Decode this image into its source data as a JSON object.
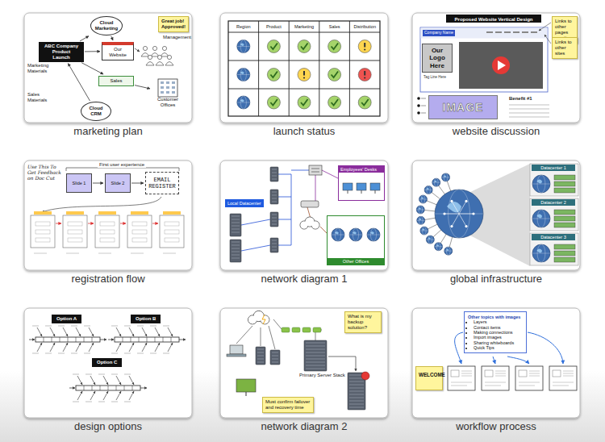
{
  "diagram": {
    "nodes": [
      {
        "text": [
          "marketing plan"
        ]
      },
      {
        "text": [
          "Cloud Marketing"
        ],
        "in": 0
      },
      {
        "text": [
          "Great job! Approved!"
        ],
        "in": 0
      },
      {
        "text": [
          "ABC Company Product Launch"
        ],
        "in": 0
      },
      {
        "text": [
          "Our Website"
        ],
        "in": 0
      },
      {
        "text": [
          "Sales"
        ],
        "in": 0
      },
      {
        "text": [
          "Customer Offices"
        ],
        "in": 0
      },
      {
        "text": [
          "Cloud CRM"
        ],
        "in": 0
      },
      {
        "text": [
          "launch status"
        ]
      },
      {
        "text": [
          "website discussion"
        ]
      },
      {
        "text": [
          "Our Logo Here"
        ],
        "in": 9
      },
      {
        "text": [
          "IMAGE"
        ],
        "in": 9
      },
      {
        "text": [
          "Links to other pages on site"
        ],
        "in": 9
      },
      {
        "text": [
          "Links to other sites"
        ],
        "in": 9
      },
      {
        "text": [
          "registration flow"
        ]
      },
      {
        "text": [
          "Slide 1"
        ],
        "in": 14
      },
      {
        "text": [
          "Slide 2"
        ],
        "in": 14
      },
      {
        "text": [
          "EMAIL REGISTER"
        ],
        "in": 14
      },
      {
        "text": [
          "network diagram 1"
        ]
      },
      {
        "text": [
          "Local Datacenter"
        ],
        "in": 18
      },
      {
        "text": [
          "Employees' Desks"
        ],
        "in": 18
      },
      {
        "text": [
          "Other Offices"
        ],
        "in": 18
      },
      {
        "text": [
          "global infrastructure"
        ]
      },
      {
        "text": [
          "Datacenter 1"
        ],
        "in": 22
      },
      {
        "text": [
          "Datacenter 2"
        ],
        "in": 22
      },
      {
        "text": [
          "Datacenter 3"
        ],
        "in": 22
      },
      {
        "text": [
          "design options"
        ]
      },
      {
        "text": [
          "Option A"
        ],
        "in": 26
      },
      {
        "text": [
          "Option B"
        ],
        "in": 26
      },
      {
        "text": [
          "Option C"
        ],
        "in": 26
      },
      {
        "text": [
          "network diagram 2"
        ]
      },
      {
        "text": [
          "What is my backup solution?"
        ],
        "in": 30
      },
      {
        "text": [
          "Must confirm failover and recovery time"
        ],
        "in": 30
      },
      {
        "text": [
          "workflow process"
        ]
      },
      {
        "text": [
          "WELCOME"
        ],
        "in": 33
      },
      {
        "text": [
          "Other topics with images",
          "Layers",
          "Contact items",
          "Making connections",
          "Import images",
          "Sharing whiteboards",
          "Quick Tips"
        ],
        "in": 33
      }
    ],
    "edges": [
      {
        "from": 3,
        "to": 1,
        "arrow": "to"
      },
      {
        "from": 1,
        "to": 4,
        "arrow": "to"
      },
      {
        "from": 3,
        "to": 4,
        "arrow": "to"
      },
      {
        "from": 3,
        "to": 5,
        "arrow": "to"
      },
      {
        "from": 5,
        "to": 6,
        "arrow": "to"
      },
      {
        "from": 7,
        "to": 3,
        "arrow": "to"
      },
      {
        "from": 15,
        "to": 16,
        "arrow": "to"
      },
      {
        "from": 16,
        "to": 17,
        "arrow": "to"
      }
    ],
    "labels": [
      "Marketing Materials",
      "Sales Materials",
      "Management",
      "Region",
      "Product",
      "Marketing",
      "Sales",
      "Distribution",
      "Proposed Website Vertical Design",
      "Company Name",
      "Tag Line Here",
      "Benefit #1",
      "Use This To Get Feedback on Doc Cut",
      "First user experience",
      "Primary Server Stack"
    ]
  }
}
